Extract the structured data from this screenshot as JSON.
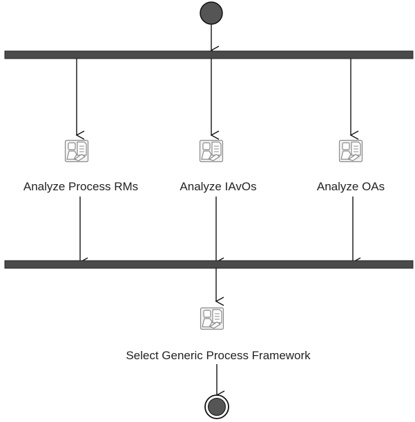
{
  "diagram": {
    "type": "activity-diagram",
    "colors": {
      "bar": "#4a4a4a",
      "node_fill": "#555555",
      "arrow": "#111111",
      "icon": "#8a8a8a"
    },
    "start_node": {
      "name": "initial-node"
    },
    "fork_bar": {
      "name": "fork-bar"
    },
    "activities": [
      {
        "id": "analyze-process-rms",
        "label": "Analyze Process RMs",
        "icon": "activity-icon"
      },
      {
        "id": "analyze-iavos",
        "label": "Analyze IAvOs",
        "icon": "activity-icon"
      },
      {
        "id": "analyze-oas",
        "label": "Analyze OAs",
        "icon": "activity-icon"
      }
    ],
    "join_bar": {
      "name": "join-bar"
    },
    "final_activity": {
      "id": "select-generic-process-framework",
      "label": "Select Generic Process Framework",
      "icon": "activity-icon"
    },
    "end_node": {
      "name": "final-node"
    }
  }
}
